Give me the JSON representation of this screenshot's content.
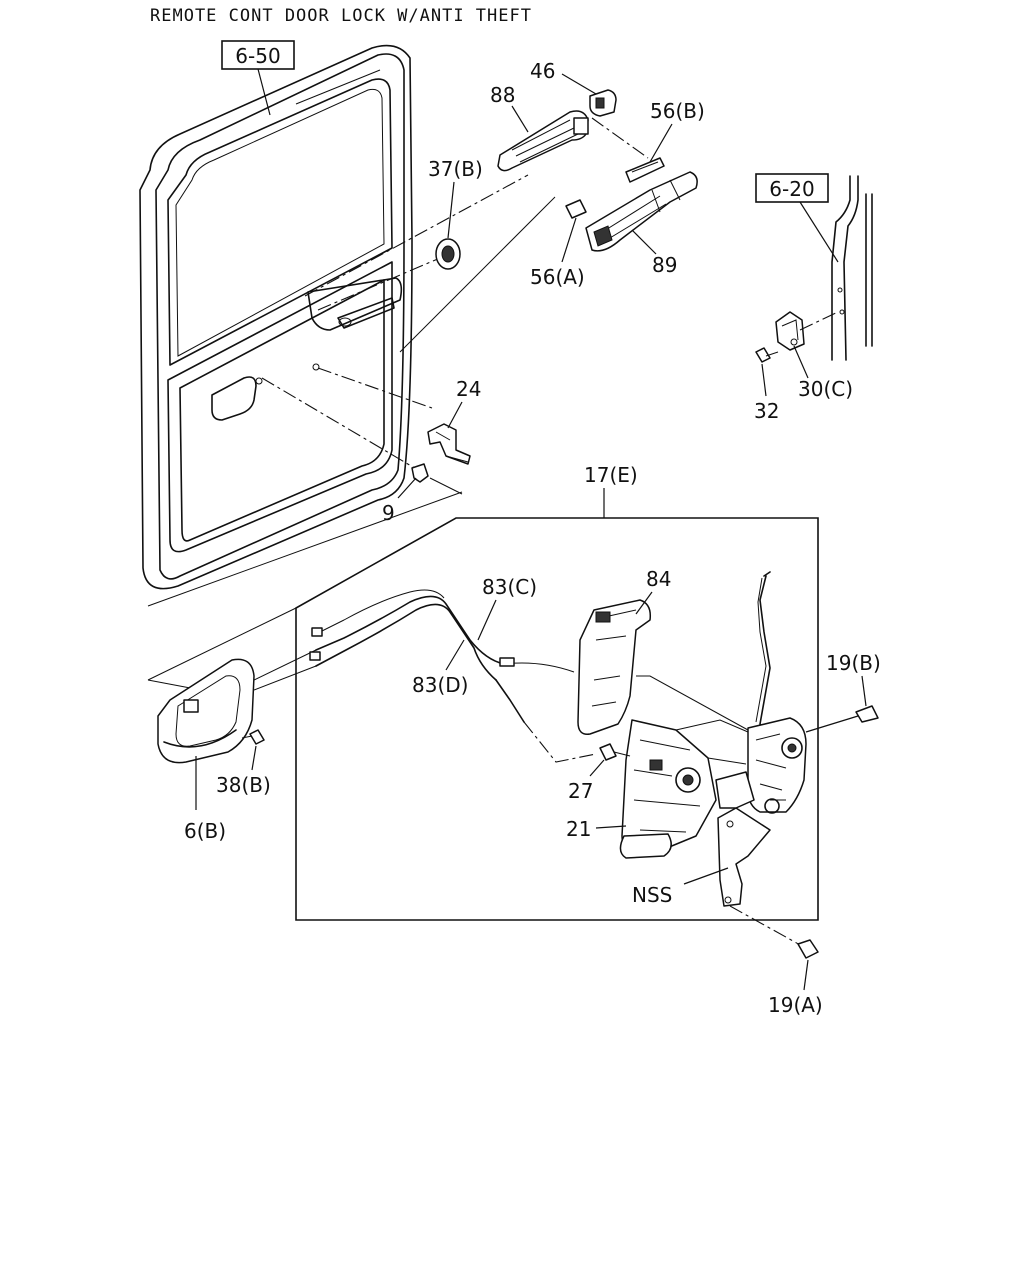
{
  "title": "REMOTE CONT DOOR LOCK W/ANTI THEFT",
  "refs": {
    "r650": "6-50",
    "r620": "6-20"
  },
  "callouts": {
    "c46": "46",
    "c88": "88",
    "c56b": "56(B)",
    "c37b": "37(B)",
    "c56a": "56(A)",
    "c89": "89",
    "c24": "24",
    "c9": "9",
    "c30c": "30(C)",
    "c32": "32",
    "c17e": "17(E)",
    "c83c": "83(C)",
    "c84": "84",
    "c83d": "83(D)",
    "c19b": "19(B)",
    "c38b": "38(B)",
    "c6b": "6(B)",
    "c27": "27",
    "c21": "21",
    "cnss": "NSS",
    "c19a": "19(A)"
  }
}
